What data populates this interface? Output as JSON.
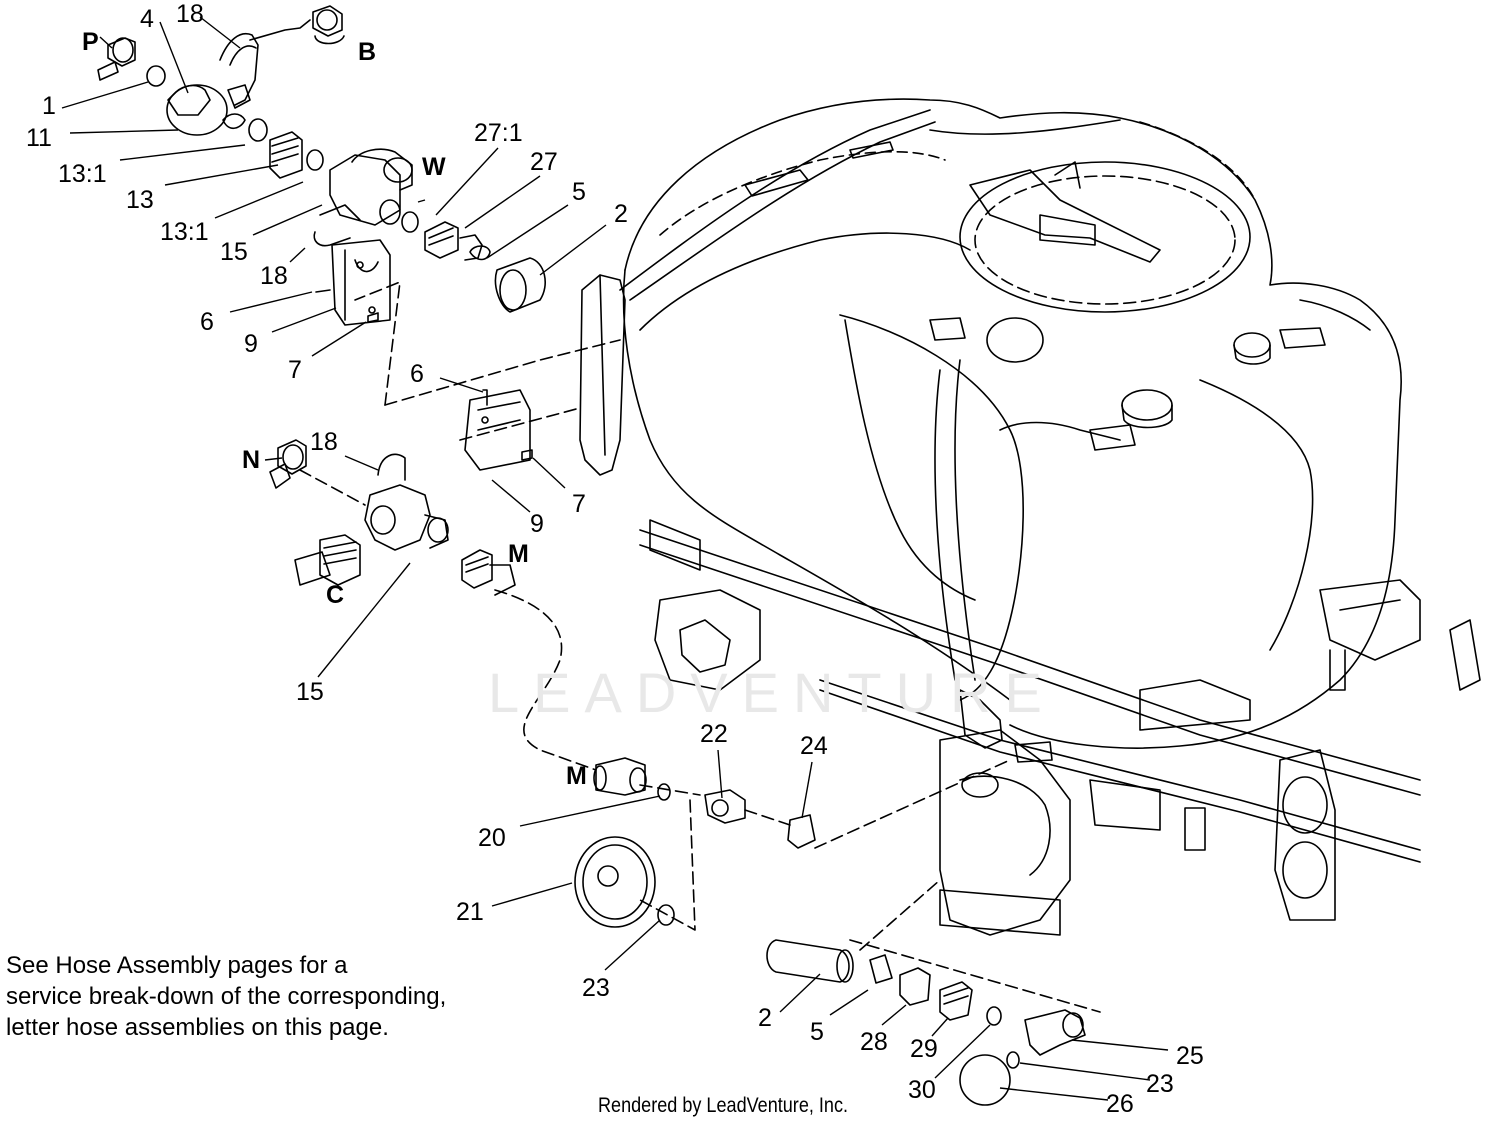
{
  "callouts": [
    {
      "key": "P",
      "bold": true
    },
    {
      "key": "4"
    },
    {
      "key": "18"
    },
    {
      "key": "B",
      "bold": true
    },
    {
      "key": "1"
    },
    {
      "key": "11"
    },
    {
      "key": "13:1"
    },
    {
      "key": "13"
    },
    {
      "key": "13:1"
    },
    {
      "key": "W",
      "bold": true
    },
    {
      "key": "27:1"
    },
    {
      "key": "27"
    },
    {
      "key": "5"
    },
    {
      "key": "2"
    },
    {
      "key": "15"
    },
    {
      "key": "18"
    },
    {
      "key": "6"
    },
    {
      "key": "9"
    },
    {
      "key": "7"
    },
    {
      "key": "6"
    },
    {
      "key": "18"
    },
    {
      "key": "N",
      "bold": true
    },
    {
      "key": "7"
    },
    {
      "key": "9"
    },
    {
      "key": "M",
      "bold": true
    },
    {
      "key": "C",
      "bold": true
    },
    {
      "key": "15"
    },
    {
      "key": "22"
    },
    {
      "key": "24"
    },
    {
      "key": "M",
      "bold": true
    },
    {
      "key": "20"
    },
    {
      "key": "21"
    },
    {
      "key": "23"
    },
    {
      "key": "2"
    },
    {
      "key": "5"
    },
    {
      "key": "28"
    },
    {
      "key": "29"
    },
    {
      "key": "25"
    },
    {
      "key": "23"
    },
    {
      "key": "30"
    },
    {
      "key": "26"
    }
  ],
  "note": {
    "line1": "See Hose Assembly pages for a",
    "line2": "service break-down of the corresponding,",
    "line3": "letter hose assemblies on this page."
  },
  "footer": "Rendered by LeadVenture, Inc.",
  "watermark": "LEADVENTURE"
}
